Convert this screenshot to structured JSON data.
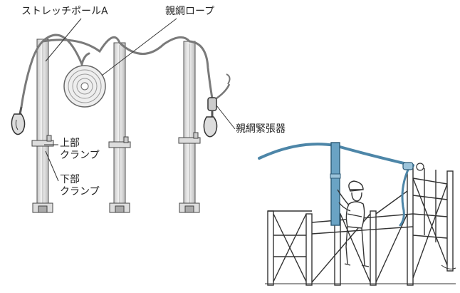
{
  "labels": {
    "stretch_pole": "ストレッチポールA",
    "main_rope": "親綱ロープ",
    "tensioner": "親綱緊張器",
    "upper_clamp": [
      "上部",
      "クランプ"
    ],
    "lower_clamp": [
      "下部",
      "クランプ"
    ]
  },
  "icons": [
    "stretch-pole",
    "rope-coil",
    "snap-hook",
    "rope-tensioner",
    "clamp",
    "scaffold",
    "worker"
  ],
  "colors": {
    "rope_blue": "#4d86a8",
    "pole_blue": "#6aa3c4",
    "line": "#333333",
    "pole_fill": "#e6e6e6"
  }
}
